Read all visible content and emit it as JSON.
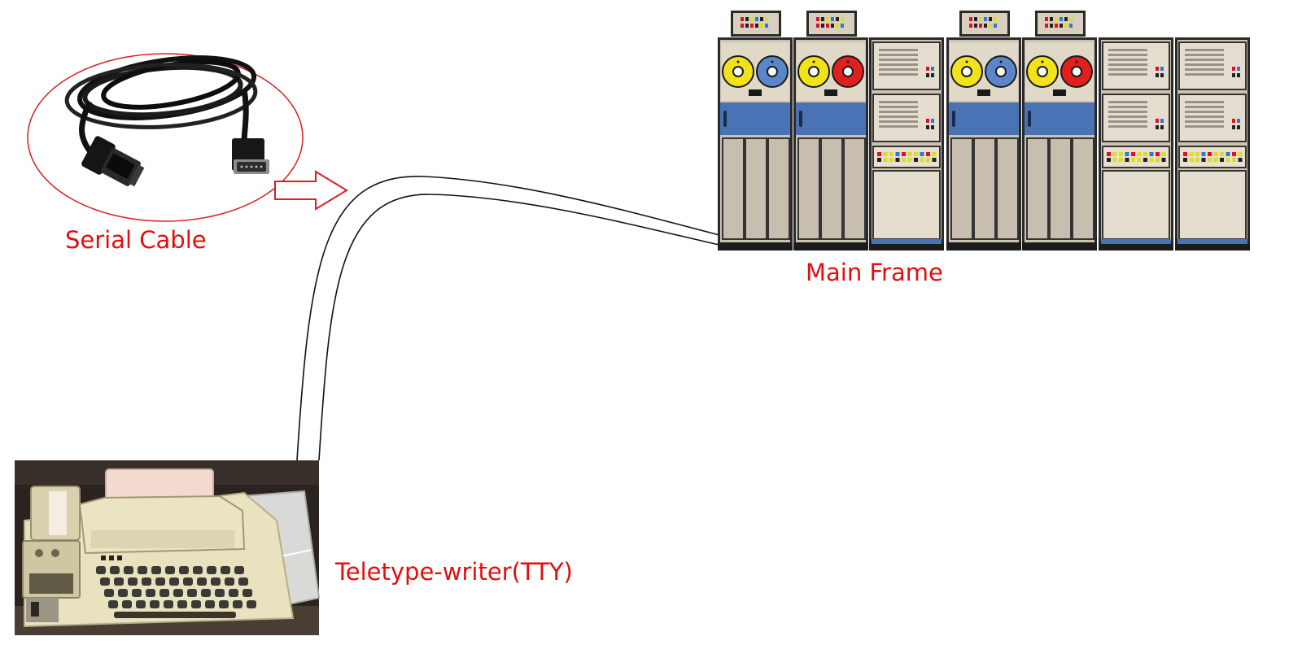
{
  "labels": {
    "serial_cable": "Serial Cable",
    "main_frame": "Main Frame",
    "teletype": "Teletype-writer(TTY)"
  },
  "colors": {
    "label": "#e30d0d",
    "highlight_ellipse": "#d91f1f",
    "cable": "#111111",
    "cabinet_body": "#cdc3b4",
    "cabinet_band": "#4a73b5",
    "reel_yellow": "#f2e21a",
    "reel_blue": "#5b86c9",
    "reel_red": "#e0201c",
    "tty_backdrop": "#2b2320",
    "tty_body": "#e8e2bf"
  },
  "mainframe": {
    "cabinets": [
      "tape-drive",
      "tape-drive",
      "control-unit",
      "tape-drive",
      "tape-drive",
      "control-unit",
      "control-unit"
    ],
    "reels": [
      [
        "reel_yellow",
        "reel_blue"
      ],
      [
        "reel_yellow",
        "reel_red"
      ],
      null,
      [
        "reel_yellow",
        "reel_blue"
      ],
      [
        "reel_yellow",
        "reel_red"
      ],
      null,
      null
    ],
    "top_panels": [
      true,
      true,
      false,
      true,
      true,
      false,
      false
    ]
  },
  "icons": {
    "serial_cable": "db9-serial-cable-icon",
    "arrow": "outline-right-arrow-icon",
    "teletype": "teletype-machine-icon",
    "mainframe": "mainframe-cabinet-icon"
  }
}
